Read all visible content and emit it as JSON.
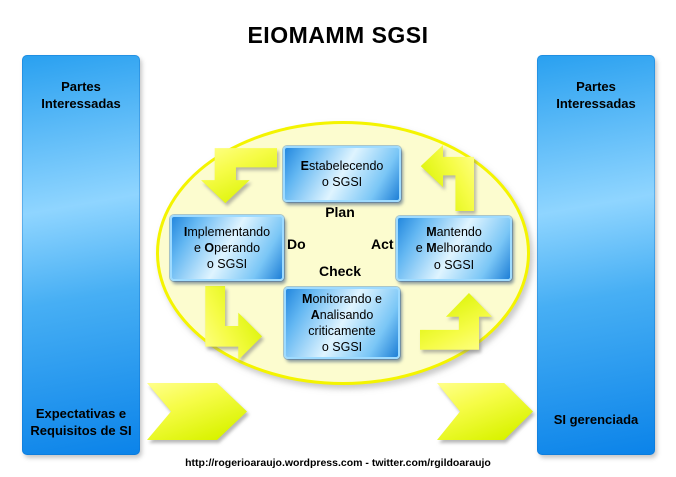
{
  "title": "EIOMAMM SGSI",
  "footer": "http://rogerioaraujo.wordpress.com - twitter.com/rgildoaraujo",
  "left_bar": {
    "top": "Partes Interessadas",
    "bottom": "Expectativas e Requisitos de SI"
  },
  "right_bar": {
    "top": "Partes Interessadas",
    "bottom": "SI gerenciada"
  },
  "cycle": {
    "plan": "Plan",
    "do": "Do",
    "check": "Check",
    "act": "Act",
    "nodes": {
      "establish": {
        "l1b": "E",
        "l1": "stabelecendo",
        "l2": "o SGSI"
      },
      "implement": {
        "l1b": "I",
        "l1": "mplementando",
        "l2a": "e ",
        "l2b": "O",
        "l2": "perando",
        "l3": "o SGSI"
      },
      "maintain": {
        "l1b": "M",
        "l1": "antendo",
        "l2a": "e ",
        "l2b": "M",
        "l2": "elhorando",
        "l3": "o SGSI"
      },
      "monitor": {
        "l1b": "M",
        "l1": "onitorando e",
        "l2b": "A",
        "l2": "nalisando",
        "l3": "criticamente",
        "l4": "o SGSI"
      }
    }
  },
  "colors": {
    "bar_blue_top": "#29A0F0",
    "bar_blue_light": "#8FD5FF",
    "bar_blue_bottom": "#0B83E9",
    "node_blue_dark": "#1F7FD6",
    "node_blue_light": "#DFF4FF",
    "ellipse_fill": "#FCFCCF",
    "ellipse_border": "#F4F400",
    "arrow_yellow_light": "#FFFF8C",
    "arrow_yellow_deep": "#D9F300",
    "text": "#000000"
  }
}
